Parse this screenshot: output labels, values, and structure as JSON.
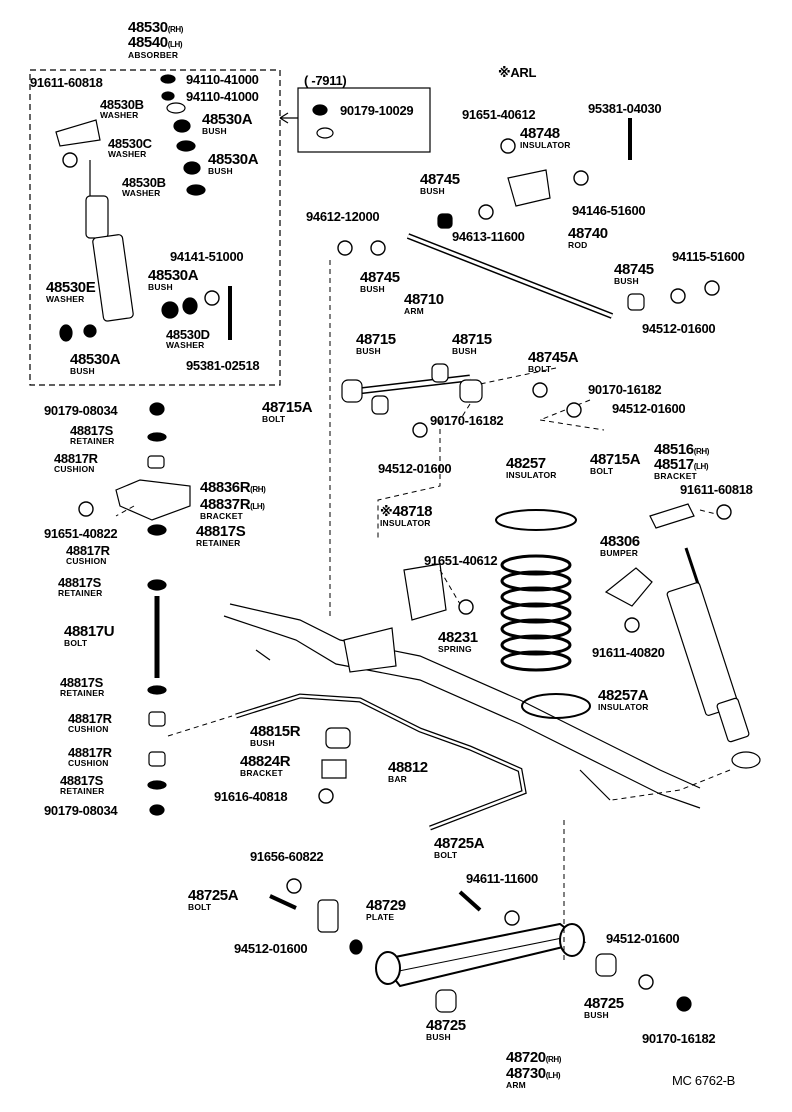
{
  "absorber_group": {
    "rh": "48530",
    "rh_sfx": "(RH)",
    "lh": "48540",
    "lh_sfx": "(LH)",
    "name": "ABSORBER"
  },
  "legend": {
    "range": "(      -7911)",
    "code": "90179-10029",
    "arl": "ARL"
  },
  "parts": [
    {
      "num": "91611-60818"
    },
    {
      "num": "94110-41000"
    },
    {
      "num": "94110-41000"
    },
    {
      "num": "48530B",
      "name": "WASHER"
    },
    {
      "num": "48530A",
      "name": "BUSH"
    },
    {
      "num": "48530C",
      "name": "WASHER"
    },
    {
      "num": "48530A",
      "name": "BUSH"
    },
    {
      "num": "48530B",
      "name": "WASHER"
    },
    {
      "num": "94141-51000"
    },
    {
      "num": "48530A",
      "name": "BUSH"
    },
    {
      "num": "48530E",
      "name": "WASHER"
    },
    {
      "num": "48530D",
      "name": "WASHER"
    },
    {
      "num": "95381-02518"
    },
    {
      "num": "48530A",
      "name": "BUSH"
    },
    {
      "num": "91651-40612"
    },
    {
      "num": "48748",
      "name": "INSULATOR"
    },
    {
      "num": "95381-04030"
    },
    {
      "num": "48745",
      "name": "BUSH"
    },
    {
      "num": "94146-51600"
    },
    {
      "num": "94612-12000"
    },
    {
      "num": "94613-11600"
    },
    {
      "num": "48740",
      "name": "ROD"
    },
    {
      "num": "48745",
      "name": "BUSH"
    },
    {
      "num": "94115-51600"
    },
    {
      "num": "48745",
      "name": "BUSH"
    },
    {
      "num": "94512-01600"
    },
    {
      "num": "48710",
      "name": "ARM"
    },
    {
      "num": "48715",
      "name": "BUSH"
    },
    {
      "num": "48715",
      "name": "BUSH"
    },
    {
      "num": "48745A",
      "name": "BOLT"
    },
    {
      "num": "90170-16182"
    },
    {
      "num": "94512-01600"
    },
    {
      "num": "48715A",
      "name": "BOLT"
    },
    {
      "num": "90170-16182"
    },
    {
      "num": "90179-08034"
    },
    {
      "num": "48817S",
      "name": "RETAINER"
    },
    {
      "num": "48817R",
      "name": "CUSHION"
    },
    {
      "num": "94512-01600"
    },
    {
      "num": "48257",
      "name": "INSULATOR"
    },
    {
      "num": "48715A",
      "name": "BOLT"
    },
    {
      "num": "48516",
      "sfx": "(RH)"
    },
    {
      "num": "48517",
      "sfx": "(LH)",
      "name": "BRACKET"
    },
    {
      "num": "48836R",
      "sfx": "(RH)"
    },
    {
      "num": "48837R",
      "sfx": "(LH)",
      "name": "BRACKET"
    },
    {
      "num": "91611-60818"
    },
    {
      "num": "91651-40822"
    },
    {
      "num": "48817S",
      "name": "RETAINER"
    },
    {
      "num": "48718",
      "name": "INSULATOR"
    },
    {
      "num": "48306",
      "name": "BUMPER"
    },
    {
      "num": "48817R",
      "name": "CUSHION"
    },
    {
      "num": "91651-40612"
    },
    {
      "num": "48817S",
      "name": "RETAINER"
    },
    {
      "num": "48817U",
      "name": "BOLT"
    },
    {
      "num": "48231",
      "name": "SPRING"
    },
    {
      "num": "91611-40820"
    },
    {
      "num": "48817S",
      "name": "RETAINER"
    },
    {
      "num": "48257A",
      "name": "INSULATOR"
    },
    {
      "num": "48817R",
      "name": "CUSHION"
    },
    {
      "num": "48815R",
      "name": "BUSH"
    },
    {
      "num": "48817R",
      "name": "CUSHION"
    },
    {
      "num": "48824R",
      "name": "BRACKET"
    },
    {
      "num": "48812",
      "name": "BAR"
    },
    {
      "num": "48817S",
      "name": "RETAINER"
    },
    {
      "num": "91616-40818"
    },
    {
      "num": "90179-08034"
    },
    {
      "num": "48725A",
      "name": "BOLT"
    },
    {
      "num": "91656-60822"
    },
    {
      "num": "94611-11600"
    },
    {
      "num": "48725A",
      "name": "BOLT"
    },
    {
      "num": "48729",
      "name": "PLATE"
    },
    {
      "num": "94512-01600"
    },
    {
      "num": "94512-01600"
    },
    {
      "num": "48725",
      "name": "BUSH"
    },
    {
      "num": "48725",
      "name": "BUSH"
    },
    {
      "num": "90170-16182"
    },
    {
      "num": "48720",
      "sfx": "(RH)"
    },
    {
      "num": "48730",
      "sfx": "(LH)",
      "name": "ARM"
    }
  ],
  "footer": {
    "code": "MC  6762-B"
  }
}
